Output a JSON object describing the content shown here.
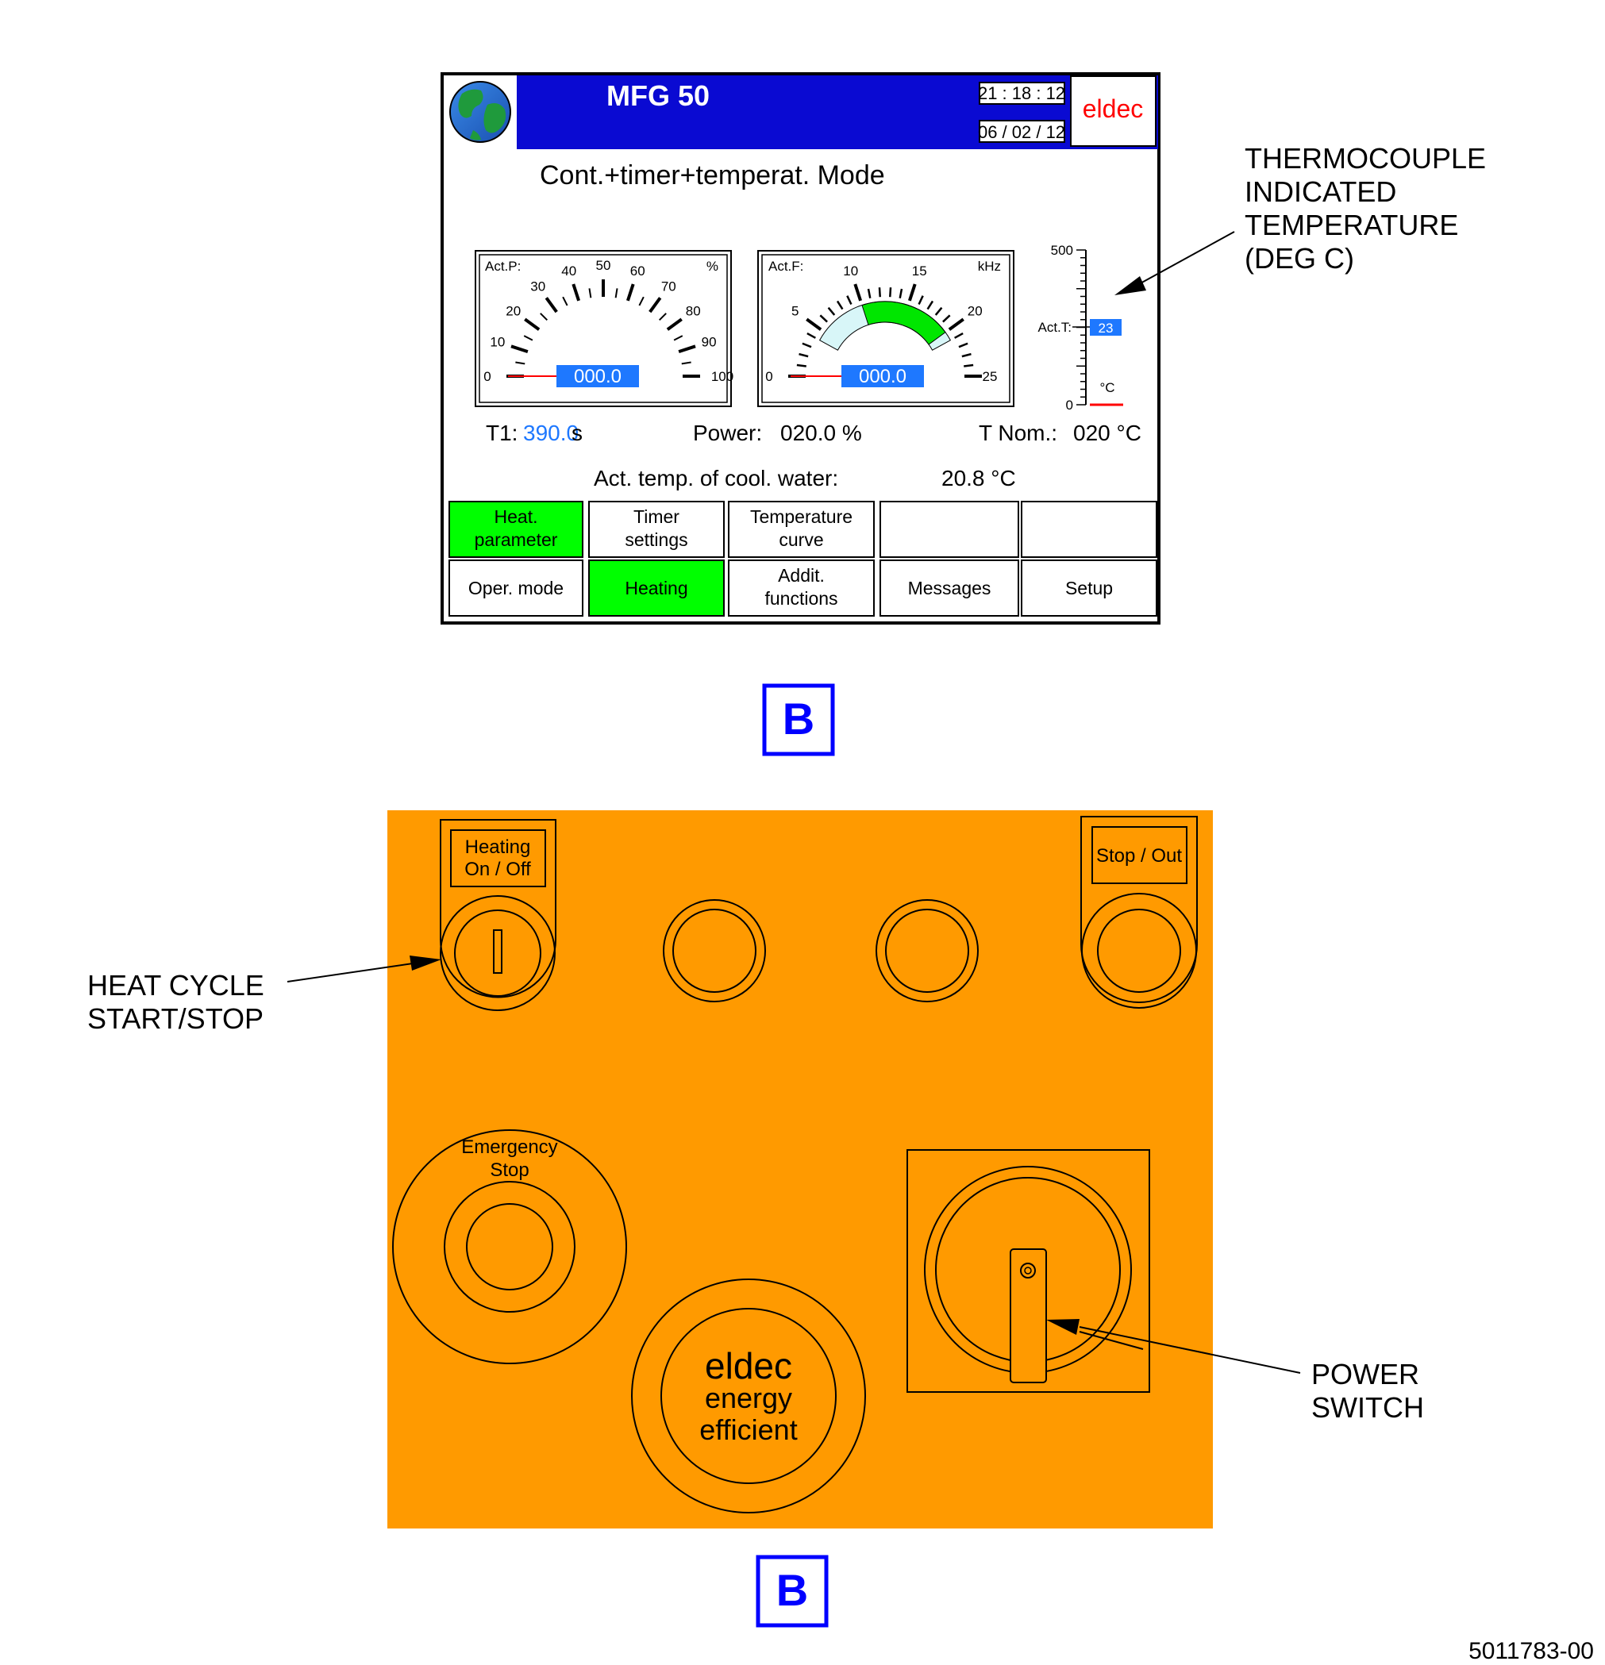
{
  "screen": {
    "title": "MFG 50",
    "time": "21 : 18 : 12",
    "date": "06 / 02 / 12",
    "brand": "eldec",
    "mode": "Cont.+timer+temperat. Mode",
    "gauge_power": {
      "label": "Act.P:",
      "unit": "%",
      "value": "000.0",
      "ticks": [
        "0",
        "10",
        "20",
        "30",
        "40",
        "50",
        "60",
        "70",
        "80",
        "90",
        "100"
      ]
    },
    "gauge_freq": {
      "label": "Act.F:",
      "unit": "kHz",
      "value": "000.0",
      "ticks": [
        "0",
        "5",
        "10",
        "15",
        "20",
        "25"
      ],
      "band_from": 10,
      "band_to": 20
    },
    "thermo": {
      "max_label": "500",
      "min_label": "0",
      "label": "Act.T:",
      "value": "23",
      "unit": "°C"
    },
    "t1_label": "T1:",
    "t1_value": "390.0",
    "t1_unit": "s",
    "power_label": "Power:",
    "power_value": "020.0 %",
    "tnom_label": "T Nom.:",
    "tnom_value": "020 °C",
    "cool_label": "Act. temp. of cool. water:",
    "cool_value": "20.8 °C",
    "buttons_row1": [
      {
        "l1": "Heat.",
        "l2": "parameter",
        "active": true
      },
      {
        "l1": "Timer",
        "l2": "settings",
        "active": false
      },
      {
        "l1": "Temperature",
        "l2": "curve",
        "active": false
      },
      {
        "l1": "",
        "l2": "",
        "active": false
      },
      {
        "l1": "",
        "l2": "",
        "active": false
      }
    ],
    "buttons_row2": [
      {
        "l1": "Oper. mode",
        "l2": "",
        "active": false
      },
      {
        "l1": "Heating",
        "l2": "",
        "active": true
      },
      {
        "l1": "Addit.",
        "l2": "functions",
        "active": false
      },
      {
        "l1": "Messages",
        "l2": "",
        "active": false
      },
      {
        "l1": "Setup",
        "l2": "",
        "active": false
      }
    ]
  },
  "callouts": {
    "thermocouple": [
      "THERMOCOUPLE",
      "INDICATED",
      "TEMPERATURE",
      "(DEG C)"
    ],
    "heat_cycle": [
      "HEAT CYCLE",
      "START/STOP"
    ],
    "power_switch": [
      "POWER",
      "SWITCH"
    ]
  },
  "view_label": "B",
  "panel": {
    "heating_label": [
      "Heating",
      "On / Off"
    ],
    "stop_label": "Stop / Out",
    "emergency_label": [
      "Emergency",
      "Stop"
    ],
    "logo": [
      "eldec",
      "energy",
      "efficient"
    ]
  },
  "figure_number": "5011783-00",
  "colors": {
    "header_blue": "#0a0ad2",
    "active_green": "#00ff00",
    "display_blue": "#1e78ff",
    "brand_red": "#ff0000",
    "panel_orange": "#ff9a00",
    "label_box_blue": "#0000ff"
  }
}
